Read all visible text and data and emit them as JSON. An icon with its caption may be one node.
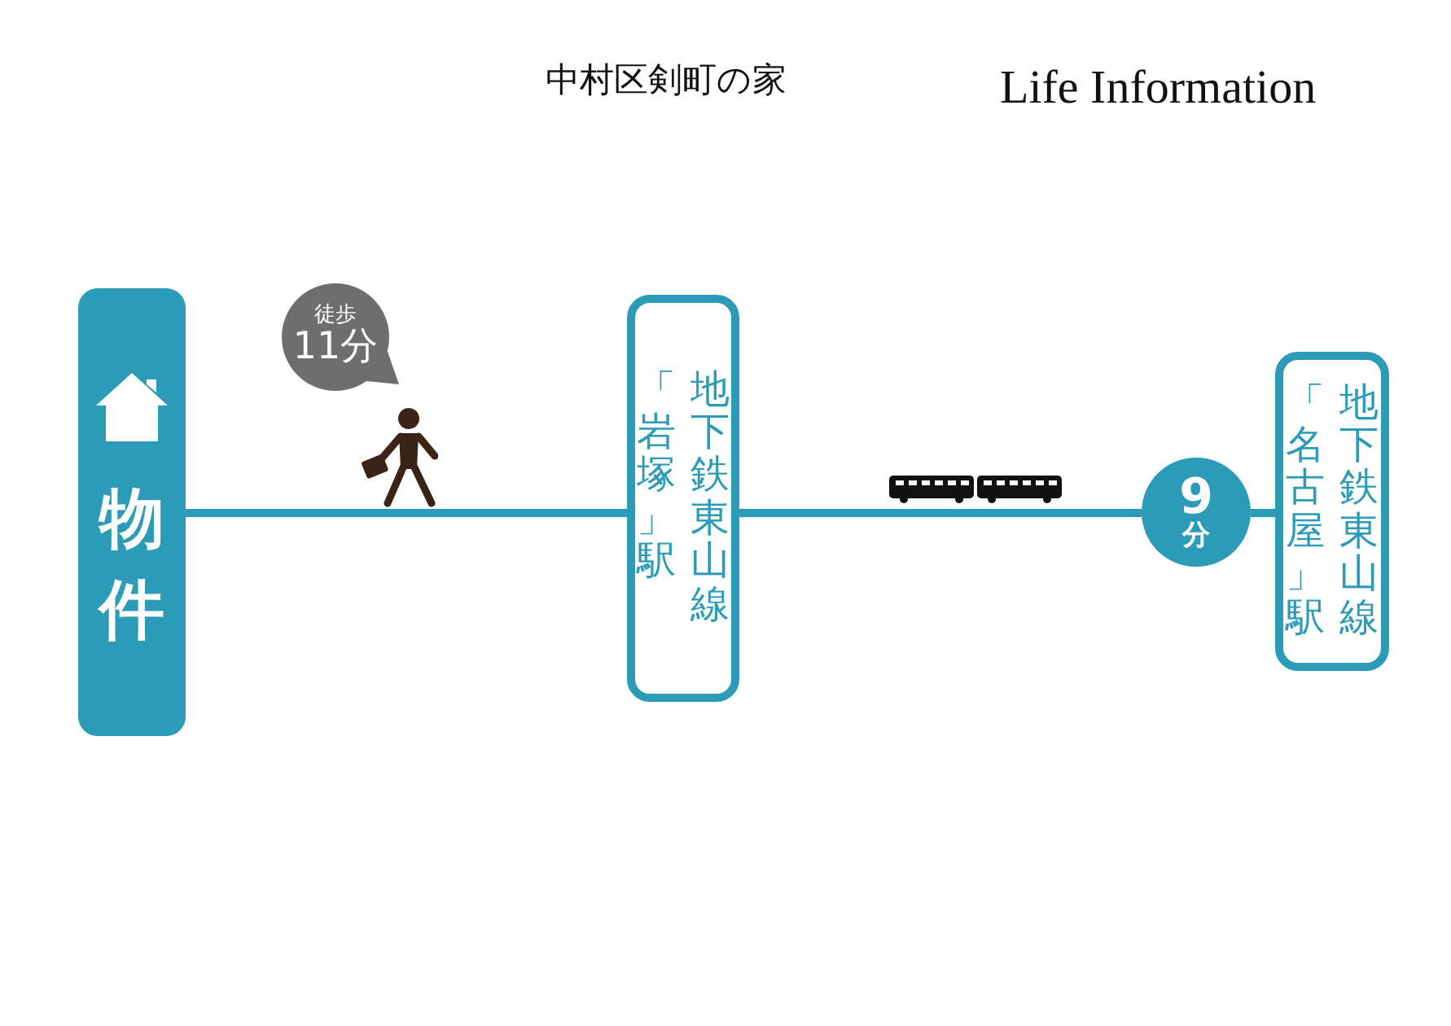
{
  "diagram": {
    "title": "Life Information",
    "nodes": [
      {
        "text": [
          "物件"
        ]
      },
      {
        "text": [
          "徒歩",
          "11分"
        ]
      },
      {
        "text": [
          "地下鉄東山線「岩塚」駅"
        ]
      },
      {
        "text": [
          "9分"
        ]
      },
      {
        "text": [
          "地下鉄東山線「名古屋」駅"
        ]
      }
    ],
    "edges": [
      {
        "from": 0,
        "to": 2,
        "arrow": "none"
      },
      {
        "from": 2,
        "to": 3,
        "arrow": "none"
      },
      {
        "from": 3,
        "to": 4,
        "arrow": "none"
      }
    ],
    "labels": [
      "中村区剣町の家"
    ]
  }
}
